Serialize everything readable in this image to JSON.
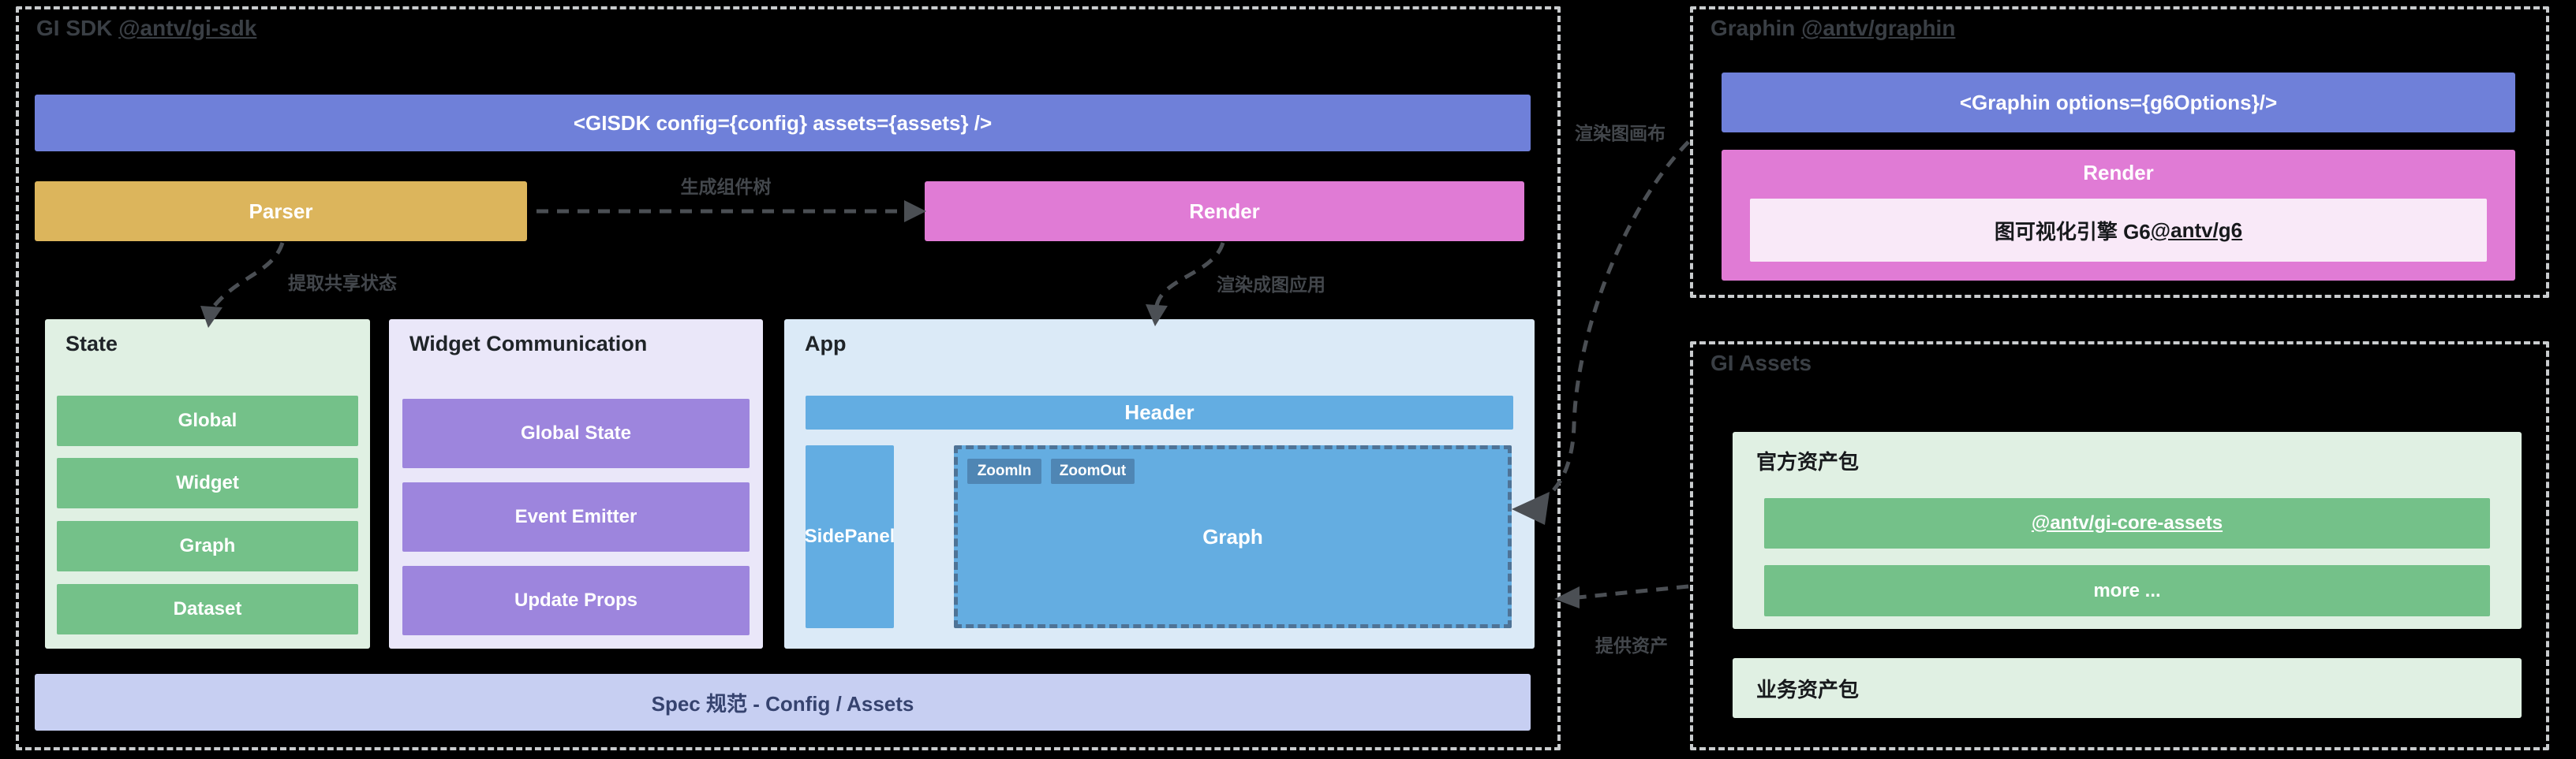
{
  "gi_sdk": {
    "title_prefix": "GI SDK ",
    "title_link": "@antv/gi-sdk",
    "gisdk_tag": "<GISDK config={config} assets={assets} />",
    "parser_label": "Parser",
    "render_label": "Render",
    "spec_bar_label": "Spec 规范 - Config / Assets",
    "state": {
      "title": "State",
      "items": [
        "Global",
        "Widget",
        "Graph",
        "Dataset"
      ]
    },
    "widget_communication": {
      "title": "Widget Communication",
      "items": [
        "Global State",
        "Event Emitter",
        "Update Props"
      ]
    },
    "app": {
      "title": "App",
      "header_label": "Header",
      "side_panel_label": "SidePanel",
      "graph_label": "Graph",
      "zoom_in_label": "ZoomIn",
      "zoom_out_label": "ZoomOut"
    }
  },
  "graphin": {
    "title_prefix": "Graphin ",
    "title_link": "@antv/graphin",
    "graphin_tag": "<Graphin options={g6Options}/>",
    "render_label": "Render",
    "engine_prefix": "图可视化引擎 G6 ",
    "engine_link": "@antv/g6"
  },
  "gi_assets": {
    "title": "GI Assets",
    "official_pack_title": "官方资产包",
    "items": [
      "@antv/gi-core-assets",
      "more ..."
    ],
    "business_pack_title": "业务资产包"
  },
  "arrows": {
    "generate_component_tree": "生成组件树",
    "extract_shared_state": "提取共享状态",
    "render_to_app": "渲染成图应用",
    "render_graph_canvas": "渲染图画布",
    "provide_assets": "提供资产"
  },
  "colors": {
    "periwinkle": "#6f80d9",
    "gold": "#dcb55c",
    "pink": "#e07bd5",
    "light_pink": "#f9e9f8",
    "green": "#74c189",
    "light_green": "#e0f0e3",
    "purple": "#9d85dd",
    "light_purple": "#eae7f9",
    "blue": "#63ade2",
    "light_blue": "#dbeaf7",
    "steel_blue": "#4f86b4",
    "spec_bar": "#c7cff2",
    "background": "#000000"
  }
}
